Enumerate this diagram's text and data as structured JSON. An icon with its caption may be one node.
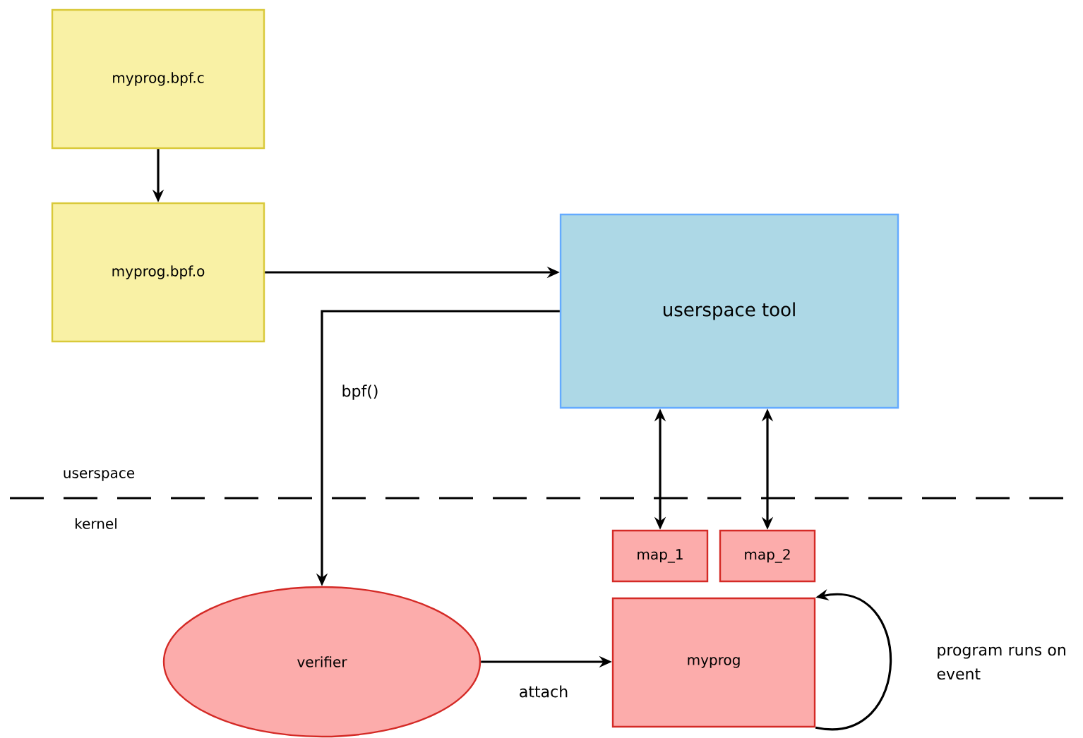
{
  "diagram": {
    "nodes": [
      {
        "text": [
          "myprog.bpf.c"
        ]
      },
      {
        "text": [
          "myprog.bpf.o"
        ]
      },
      {
        "text": [
          "userspace tool"
        ]
      },
      {
        "text": [
          "verifier"
        ]
      },
      {
        "text": [
          "map_1"
        ]
      },
      {
        "text": [
          "map_2"
        ]
      },
      {
        "text": [
          "myprog"
        ]
      }
    ],
    "edges": [
      {
        "from": 0,
        "to": 1,
        "arrow": "to"
      },
      {
        "from": 1,
        "to": 2,
        "arrow": "to"
      },
      {
        "from": 2,
        "to": 3,
        "arrow": "to",
        "label": "bpf()"
      },
      {
        "from": 2,
        "to": 4,
        "arrow": "both"
      },
      {
        "from": 2,
        "to": 5,
        "arrow": "both"
      },
      {
        "from": 3,
        "to": 6,
        "arrow": "to",
        "label": "attach"
      },
      {
        "from": 6,
        "to": 6,
        "arrow": "to",
        "label": "program runs on event"
      }
    ],
    "labels": [
      "userspace",
      "kernel"
    ]
  }
}
